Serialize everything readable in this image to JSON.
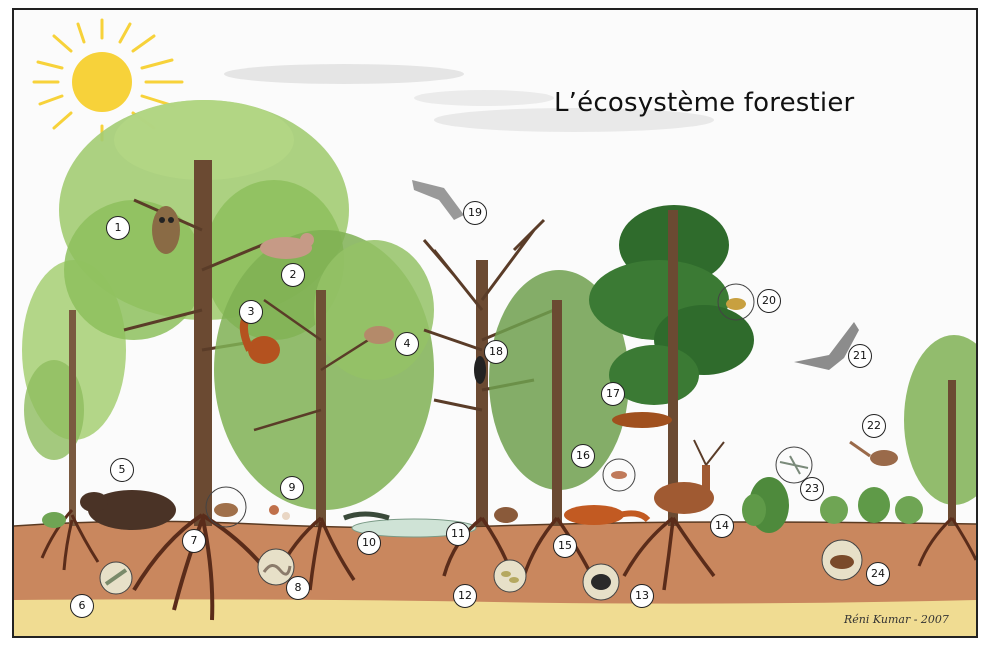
{
  "title": "L’écosystème forestier",
  "signature": "Réni Kumar - 2007",
  "labels": [
    "1",
    "2",
    "3",
    "4",
    "5",
    "6",
    "7",
    "8",
    "9",
    "10",
    "11",
    "12",
    "13",
    "14",
    "15",
    "16",
    "17",
    "18",
    "19",
    "20",
    "21",
    "22",
    "23",
    "24"
  ],
  "colors": {
    "sun": "#f7d23a",
    "foliage_light": "#9ccc6a",
    "foliage_dark": "#2f6b2c",
    "trunk": "#6b4a32",
    "soil": "#c9875e",
    "subsoil": "#f0dc92",
    "sky": "#fbfbfb"
  }
}
